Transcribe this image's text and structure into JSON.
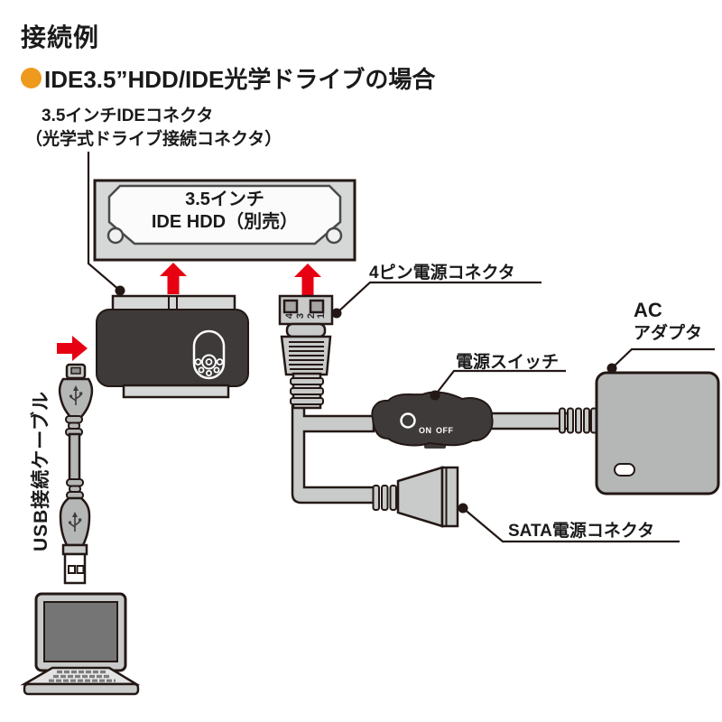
{
  "header": {
    "title": "接続例",
    "subtitle": "IDE3.5”HDD/IDE光学ドライブの場合"
  },
  "labels": {
    "ide_connector_line1": "3.5インチIDEコネクタ",
    "ide_connector_line2": "（光学式ドライブ接続コネクタ）",
    "hdd_line1": "3.5インチ",
    "hdd_line2": "IDE HDD（別売）",
    "power_4pin": "4ピン電源コネクタ",
    "ac_line1": "AC",
    "ac_line2": "アダプタ",
    "power_switch": "電源スイッチ",
    "sata": "SATA電源コネクタ",
    "usb_cable": "USB接続ケーブル"
  },
  "switch": {
    "on": "ON",
    "off": "OFF"
  },
  "pin_numbers": [
    "4",
    "3",
    "2",
    "1"
  ],
  "colors": {
    "bullet": "#ee9a1e",
    "arrow": "#e60012",
    "device_dark": "#3e3a39",
    "gray_light": "#c9caca",
    "gray_mid": "#b5b6b6",
    "outline": "#231815"
  }
}
